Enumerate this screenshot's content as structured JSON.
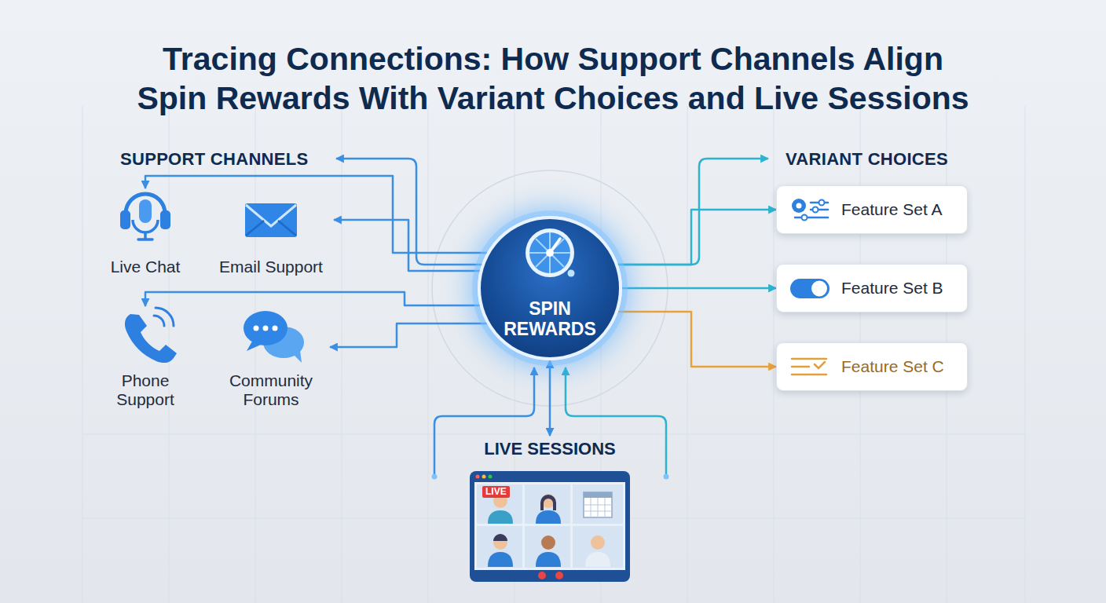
{
  "diagram": {
    "title": "Tracing Connections: How Support Channels Align Spin Rewards With Variant Choices and Live Sessions",
    "nodes": [
      {
        "text": [
          "Live Chat"
        ]
      },
      {
        "text": [
          "Email Support"
        ]
      },
      {
        "text": [
          "Phone Support"
        ]
      },
      {
        "text": [
          "Community Forums"
        ]
      },
      {
        "text": [
          "SPIN REWARDS"
        ]
      },
      {
        "text": [
          "Feature Set A"
        ]
      },
      {
        "text": [
          "Feature Set B"
        ]
      },
      {
        "text": [
          "Feature Set C"
        ]
      },
      {
        "text": [
          "LIVE SESSIONS",
          "LIVE"
        ]
      }
    ],
    "edges": [
      {
        "from": 4,
        "to": 0,
        "arrow": "to"
      },
      {
        "from": 4,
        "to": 1,
        "arrow": "to"
      },
      {
        "from": 4,
        "to": 2,
        "arrow": "to"
      },
      {
        "from": 4,
        "to": 3,
        "arrow": "to"
      },
      {
        "from": 4,
        "to": 5,
        "arrow": "to"
      },
      {
        "from": 4,
        "to": 6,
        "arrow": "to"
      },
      {
        "from": 4,
        "to": 7,
        "arrow": "to"
      },
      {
        "from": 4,
        "to": 8,
        "arrow": "both"
      }
    ],
    "labels": [
      "SUPPORT CHANNELS",
      "VARIANT CHOICES"
    ]
  }
}
